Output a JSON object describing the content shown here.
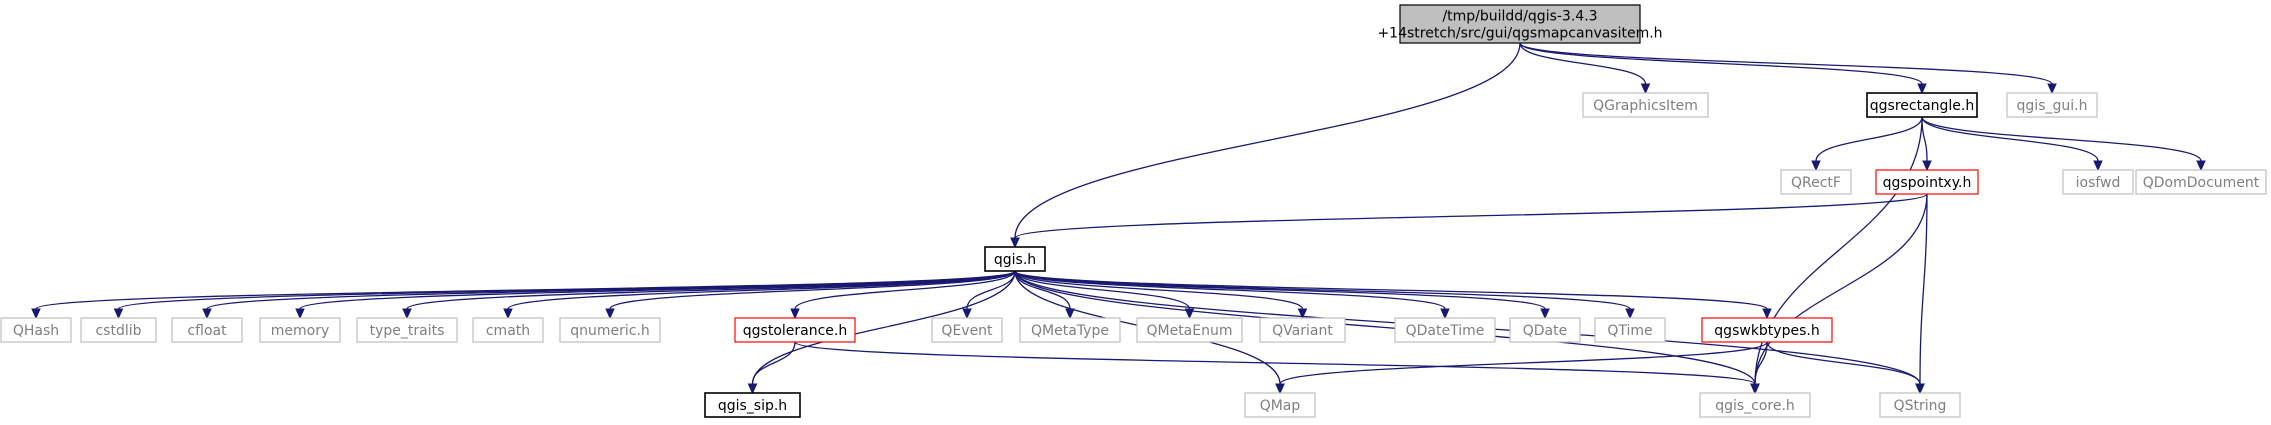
{
  "colors": {
    "edge": "#191970",
    "border_default": "#000000",
    "border_missing": "#bfbfbf",
    "border_warning": "#ff0000",
    "root_fill": "#bfbfbf"
  },
  "nodes": [
    {
      "id": "root",
      "lines": [
        "/tmp/buildd/qgis-3.4.3",
        "+14stretch/src/gui/qgsmapcanvasitem.h"
      ],
      "style": "root"
    },
    {
      "id": "qgraphicsitem",
      "lines": [
        "QGraphicsItem"
      ],
      "style": "missing"
    },
    {
      "id": "qgsrectangle",
      "lines": [
        "qgsrectangle.h"
      ],
      "style": "default"
    },
    {
      "id": "qgis_gui",
      "lines": [
        "qgis_gui.h"
      ],
      "style": "missing"
    },
    {
      "id": "qrectf",
      "lines": [
        "QRectF"
      ],
      "style": "missing"
    },
    {
      "id": "qgspointxy",
      "lines": [
        "qgspointxy.h"
      ],
      "style": "warning"
    },
    {
      "id": "iosfwd",
      "lines": [
        "iosfwd"
      ],
      "style": "missing"
    },
    {
      "id": "qdomdocument",
      "lines": [
        "QDomDocument"
      ],
      "style": "missing"
    },
    {
      "id": "qgis",
      "lines": [
        "qgis.h"
      ],
      "style": "default"
    },
    {
      "id": "qhash",
      "lines": [
        "QHash"
      ],
      "style": "missing"
    },
    {
      "id": "cstdlib",
      "lines": [
        "cstdlib"
      ],
      "style": "missing"
    },
    {
      "id": "cfloat",
      "lines": [
        "cfloat"
      ],
      "style": "missing"
    },
    {
      "id": "memory",
      "lines": [
        "memory"
      ],
      "style": "missing"
    },
    {
      "id": "type_traits",
      "lines": [
        "type_traits"
      ],
      "style": "missing"
    },
    {
      "id": "cmath",
      "lines": [
        "cmath"
      ],
      "style": "missing"
    },
    {
      "id": "qnumeric",
      "lines": [
        "qnumeric.h"
      ],
      "style": "missing"
    },
    {
      "id": "qgstolerance",
      "lines": [
        "qgstolerance.h"
      ],
      "style": "warning"
    },
    {
      "id": "qevent",
      "lines": [
        "QEvent"
      ],
      "style": "missing"
    },
    {
      "id": "qmetatype",
      "lines": [
        "QMetaType"
      ],
      "style": "missing"
    },
    {
      "id": "qmetaenum",
      "lines": [
        "QMetaEnum"
      ],
      "style": "missing"
    },
    {
      "id": "qvariant",
      "lines": [
        "QVariant"
      ],
      "style": "missing"
    },
    {
      "id": "qdatetime",
      "lines": [
        "QDateTime"
      ],
      "style": "missing"
    },
    {
      "id": "qdate",
      "lines": [
        "QDate"
      ],
      "style": "missing"
    },
    {
      "id": "qtime",
      "lines": [
        "QTime"
      ],
      "style": "missing"
    },
    {
      "id": "qgswkbtypes",
      "lines": [
        "qgswkbtypes.h"
      ],
      "style": "warning"
    },
    {
      "id": "qgis_sip",
      "lines": [
        "qgis_sip.h"
      ],
      "style": "default"
    },
    {
      "id": "qmap",
      "lines": [
        "QMap"
      ],
      "style": "missing"
    },
    {
      "id": "qgis_core",
      "lines": [
        "qgis_core.h"
      ],
      "style": "missing"
    },
    {
      "id": "qstring",
      "lines": [
        "QString"
      ],
      "style": "missing"
    }
  ],
  "edges": [
    [
      "root",
      "qgraphicsitem"
    ],
    [
      "root",
      "qgsrectangle"
    ],
    [
      "root",
      "qgis_gui"
    ],
    [
      "root",
      "qgis"
    ],
    [
      "qgsrectangle",
      "qrectf"
    ],
    [
      "qgsrectangle",
      "qgspointxy"
    ],
    [
      "qgsrectangle",
      "iosfwd"
    ],
    [
      "qgsrectangle",
      "qdomdocument"
    ],
    [
      "qgsrectangle",
      "qgis_core"
    ],
    [
      "qgspointxy",
      "qgis"
    ],
    [
      "qgspointxy",
      "qgis_core"
    ],
    [
      "qgspointxy",
      "qstring"
    ],
    [
      "qgis",
      "qhash"
    ],
    [
      "qgis",
      "cstdlib"
    ],
    [
      "qgis",
      "cfloat"
    ],
    [
      "qgis",
      "memory"
    ],
    [
      "qgis",
      "type_traits"
    ],
    [
      "qgis",
      "cmath"
    ],
    [
      "qgis",
      "qnumeric"
    ],
    [
      "qgis",
      "qgstolerance"
    ],
    [
      "qgis",
      "qevent"
    ],
    [
      "qgis",
      "qmetatype"
    ],
    [
      "qgis",
      "qmetaenum"
    ],
    [
      "qgis",
      "qvariant"
    ],
    [
      "qgis",
      "qdatetime"
    ],
    [
      "qgis",
      "qdate"
    ],
    [
      "qgis",
      "qtime"
    ],
    [
      "qgis",
      "qgswkbtypes"
    ],
    [
      "qgis",
      "qgis_sip"
    ],
    [
      "qgis",
      "qmap"
    ],
    [
      "qgis",
      "qgis_core"
    ],
    [
      "qgis",
      "qstring"
    ],
    [
      "qgstolerance",
      "qgis_sip"
    ],
    [
      "qgstolerance",
      "qgis_core"
    ],
    [
      "qgswkbtypes",
      "qmap"
    ],
    [
      "qgswkbtypes",
      "qgis_core"
    ],
    [
      "qgswkbtypes",
      "qstring"
    ]
  ]
}
